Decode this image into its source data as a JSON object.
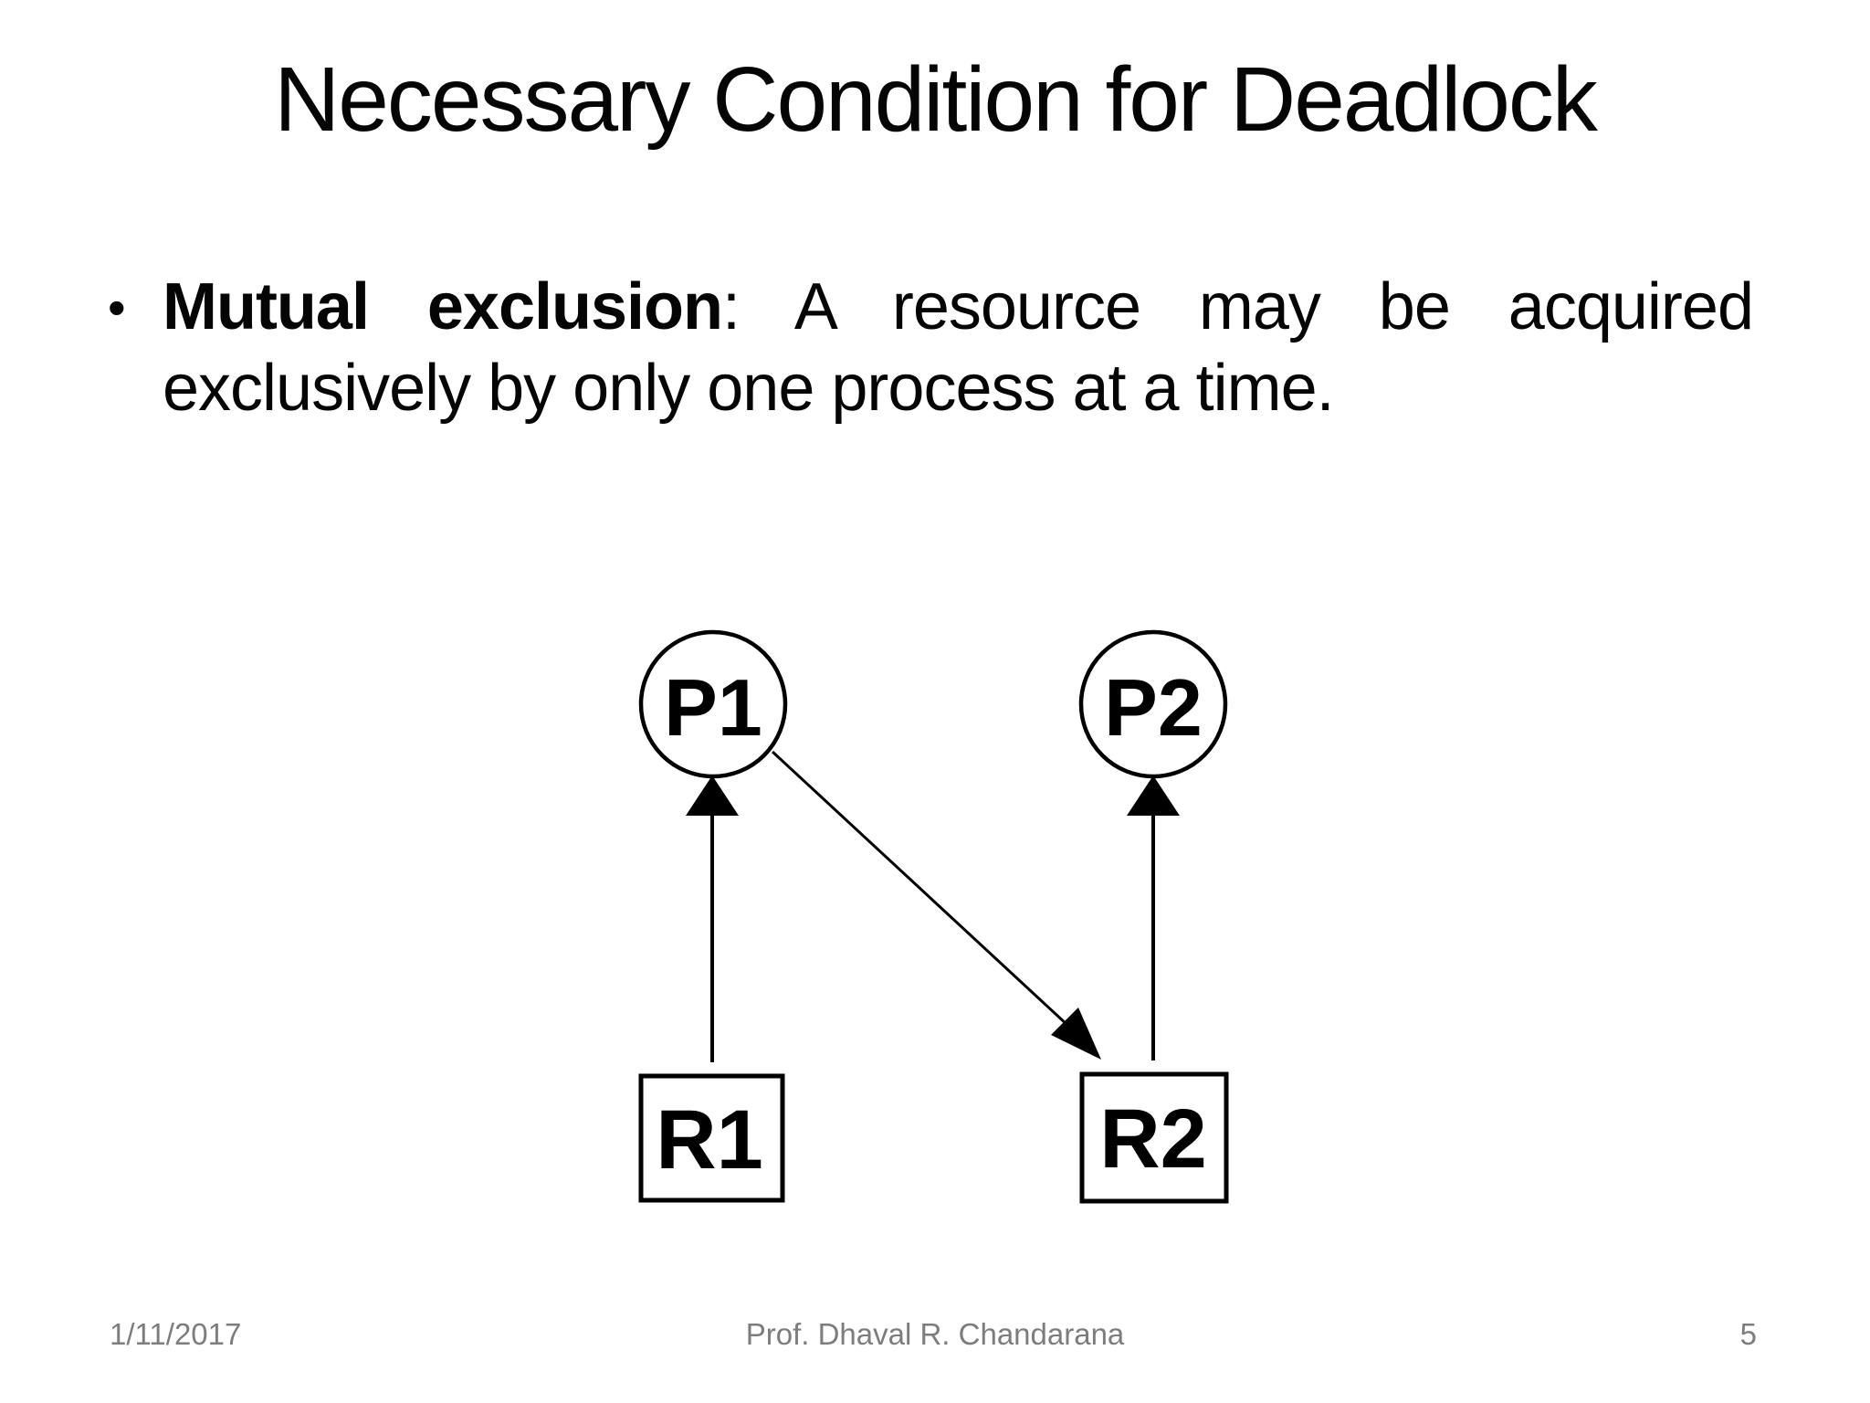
{
  "slide": {
    "title": "Necessary Condition for Deadlock",
    "bullet": {
      "marker": "•",
      "term": "Mutual exclusion",
      "line1_rest": ": A resource may be acquired",
      "line2": "exclusively by only one process at a time."
    },
    "footer": {
      "date": "1/11/2017",
      "author": "Prof. Dhaval R. Chandarana",
      "page_number": "5"
    }
  },
  "diagram": {
    "type": "resource-allocation-graph",
    "process_nodes": [
      {
        "label": "P1",
        "shape": "circle"
      },
      {
        "label": "P2",
        "shape": "circle"
      }
    ],
    "resource_nodes": [
      {
        "label": "R1",
        "shape": "rect"
      },
      {
        "label": "R2",
        "shape": "rect"
      }
    ],
    "edges": [
      {
        "from": "R1",
        "to": "P1"
      },
      {
        "from": "P1",
        "to": "R2"
      },
      {
        "from": "R2",
        "to": "P2"
      }
    ],
    "stroke_color": "#000000",
    "fill_color": "#ffffff"
  }
}
